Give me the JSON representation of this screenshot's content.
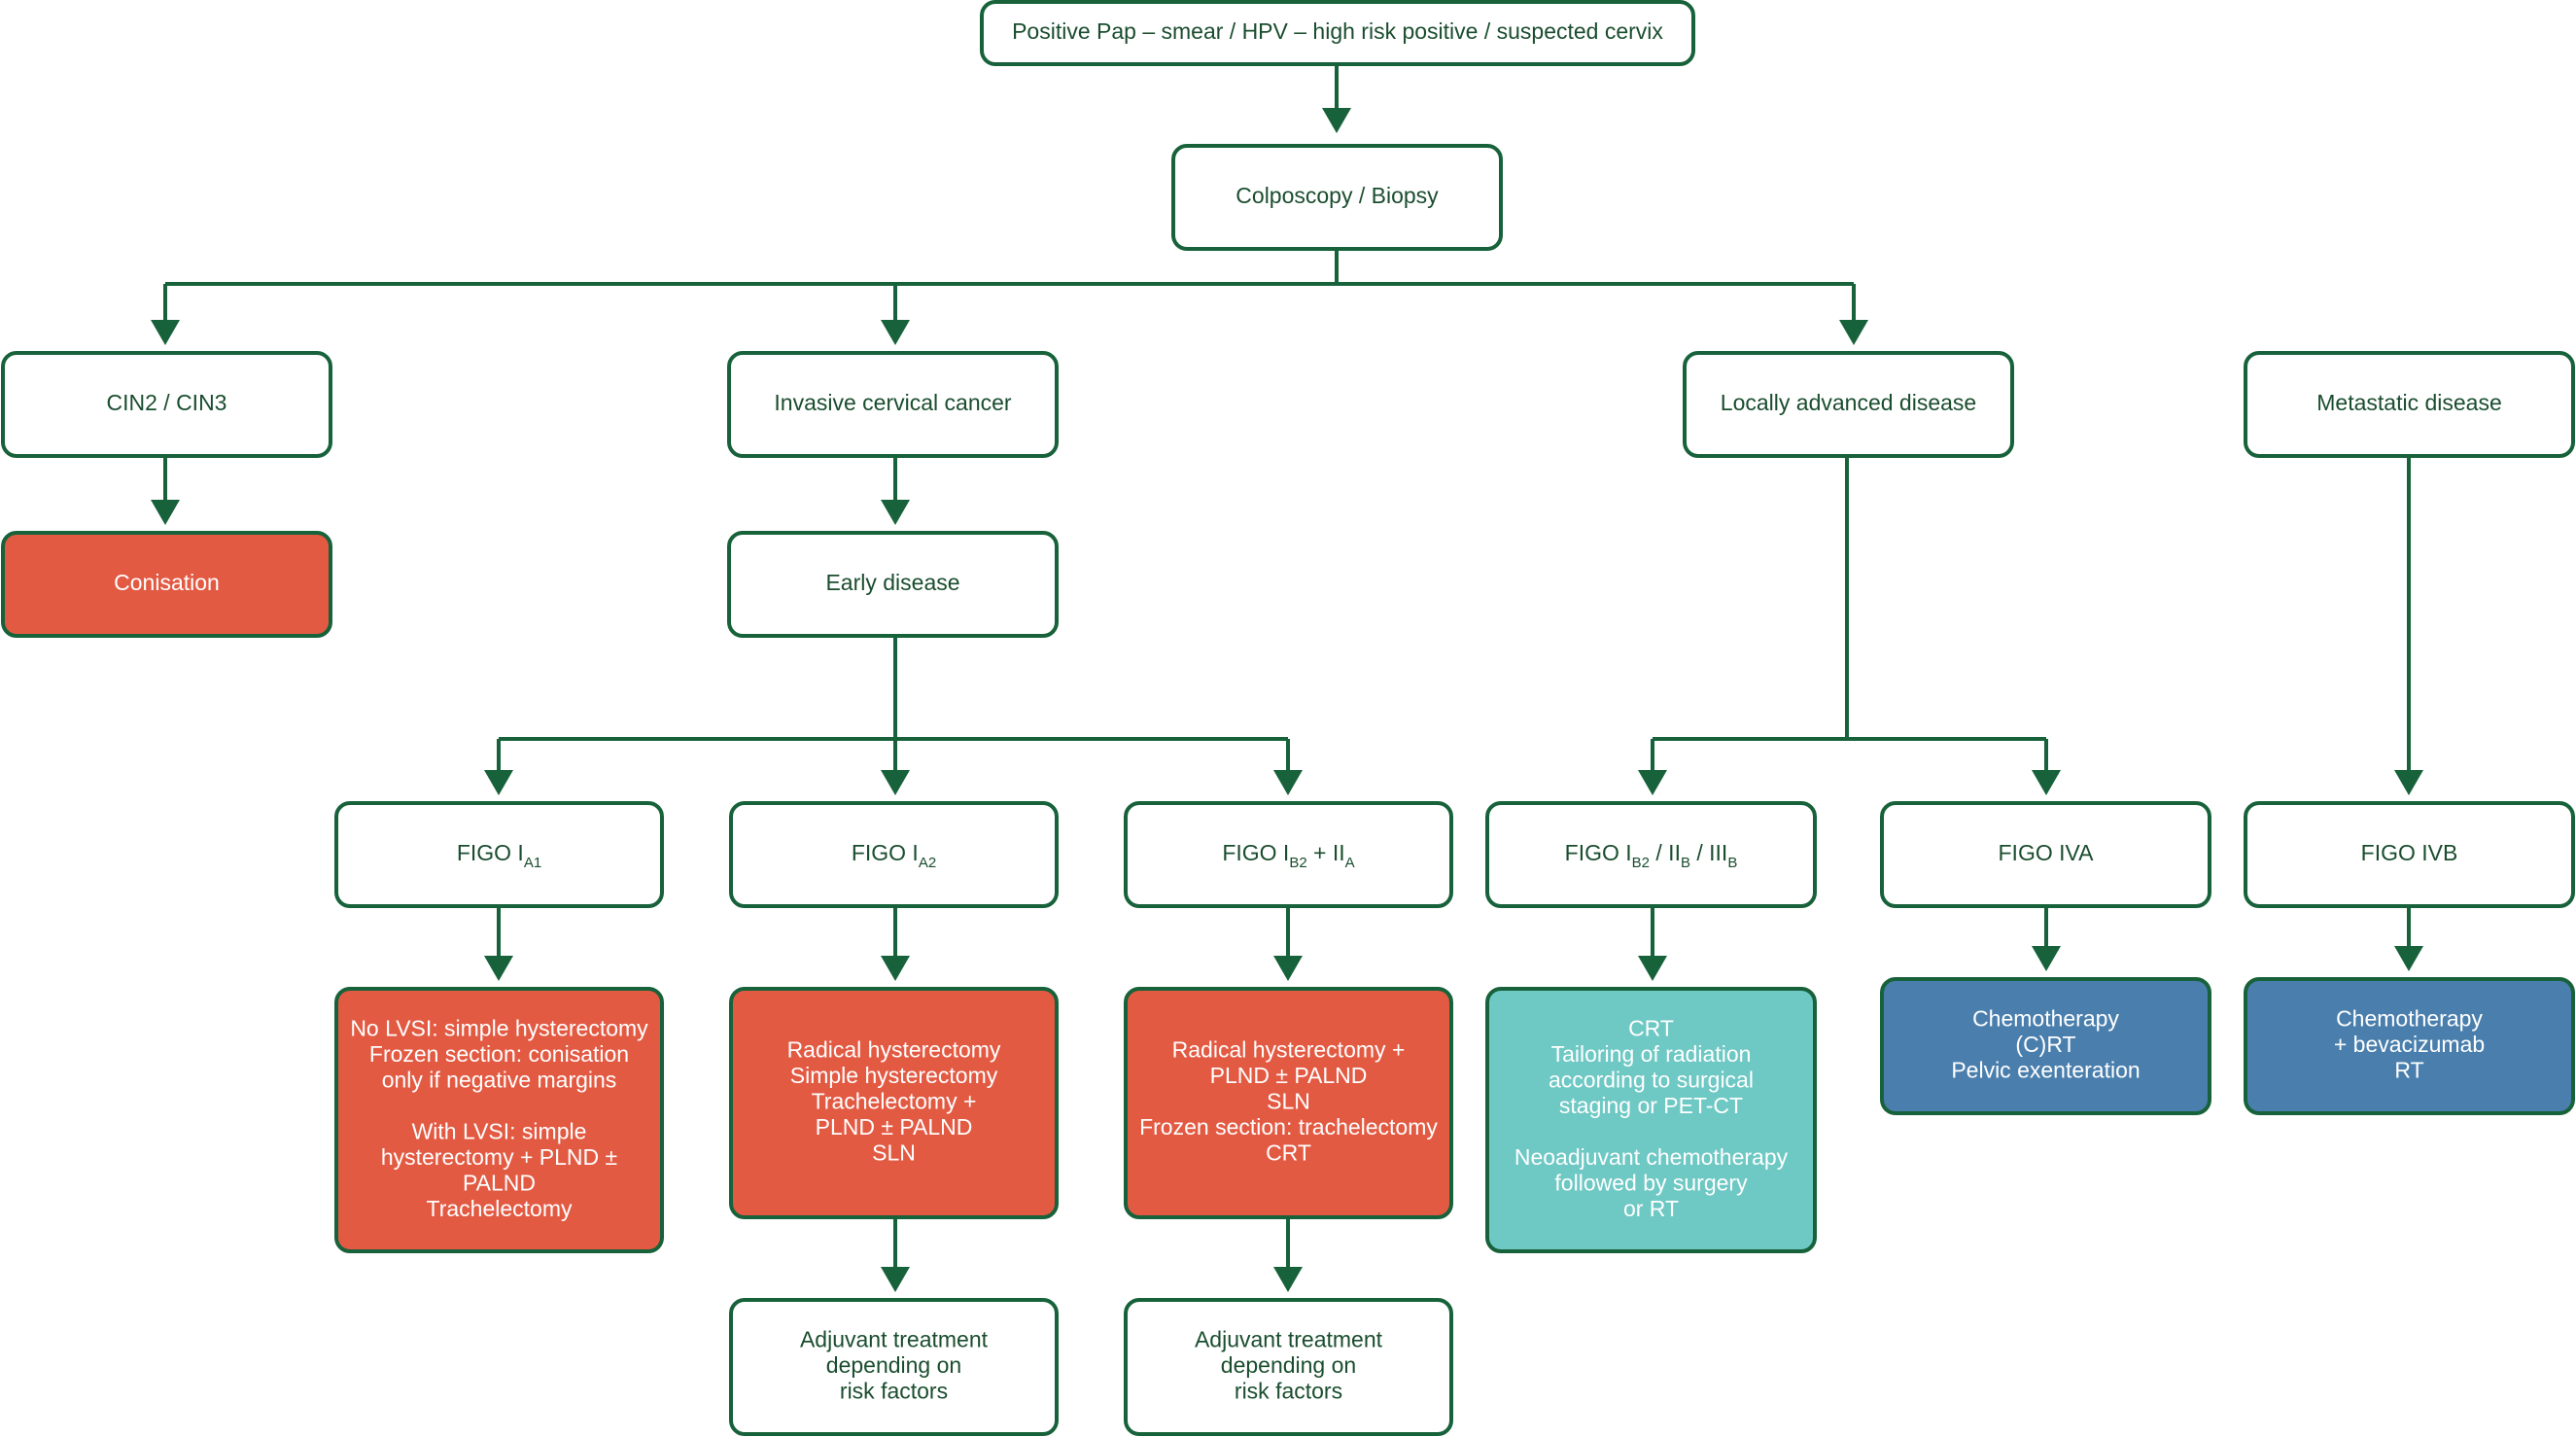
{
  "colors": {
    "line": "#17623a",
    "outline_text": "#1a4d2e",
    "surgical": "#e35a43",
    "chemoradiation": "#6ec8c4",
    "systemic": "#4a7fad"
  },
  "top": {
    "screening": "Positive Pap – smear / HPV – high risk positive / suspected cervix",
    "colposcopy": "Colposcopy / Biopsy"
  },
  "categories": {
    "cin": "CIN2 / CIN3",
    "invasive": "Invasive cervical cancer",
    "locally_advanced": "Locally advanced disease",
    "metastatic": "Metastatic disease"
  },
  "conisation": "Conisation",
  "early_disease": "Early disease",
  "stages": {
    "ia1": {
      "main": "FIGO I",
      "sub1": "A1"
    },
    "ia2": {
      "main": "FIGO I",
      "sub1": "A2"
    },
    "ib2_iia": {
      "main": "FIGO I",
      "sub1": "B2",
      "mid1": " + II",
      "sub2": "A"
    },
    "ib2_iib_iiib": {
      "main": "FIGO I",
      "sub1": "B2",
      "mid1": " / II",
      "sub2": "B",
      "mid2": " / III",
      "sub3": "B"
    },
    "iva": "FIGO IVA",
    "ivb": "FIGO IVB"
  },
  "treatments": {
    "ia1": [
      "No LVSI: simple hysterectomy",
      "Frozen section: conisation",
      "only if negative margins",
      "",
      "With LVSI: simple",
      "hysterectomy + PLND ±",
      "PALND",
      "Trachelectomy"
    ],
    "ia2": [
      "Radical hysterectomy",
      "Simple hysterectomy",
      "Trachelectomy +",
      "PLND ± PALND",
      "SLN"
    ],
    "ib2_iia": [
      "Radical hysterectomy +",
      "PLND ± PALND",
      "SLN",
      "Frozen section: trachelectomy",
      "CRT"
    ],
    "locally_advanced": [
      "CRT",
      "Tailoring of radiation",
      "according to surgical",
      "staging or PET-CT",
      "",
      "Neoadjuvant chemotherapy",
      "followed by surgery",
      "or RT"
    ],
    "iva": [
      "Chemotherapy",
      "(C)RT",
      "Pelvic exenteration"
    ],
    "ivb": [
      "Chemotherapy",
      "+ bevacizumab",
      "RT"
    ]
  },
  "adjuvant": {
    "ia2": [
      "Adjuvant treatment",
      "depending on",
      "risk factors"
    ],
    "ib2_iia": [
      "Adjuvant treatment",
      "depending on",
      "risk factors"
    ]
  }
}
